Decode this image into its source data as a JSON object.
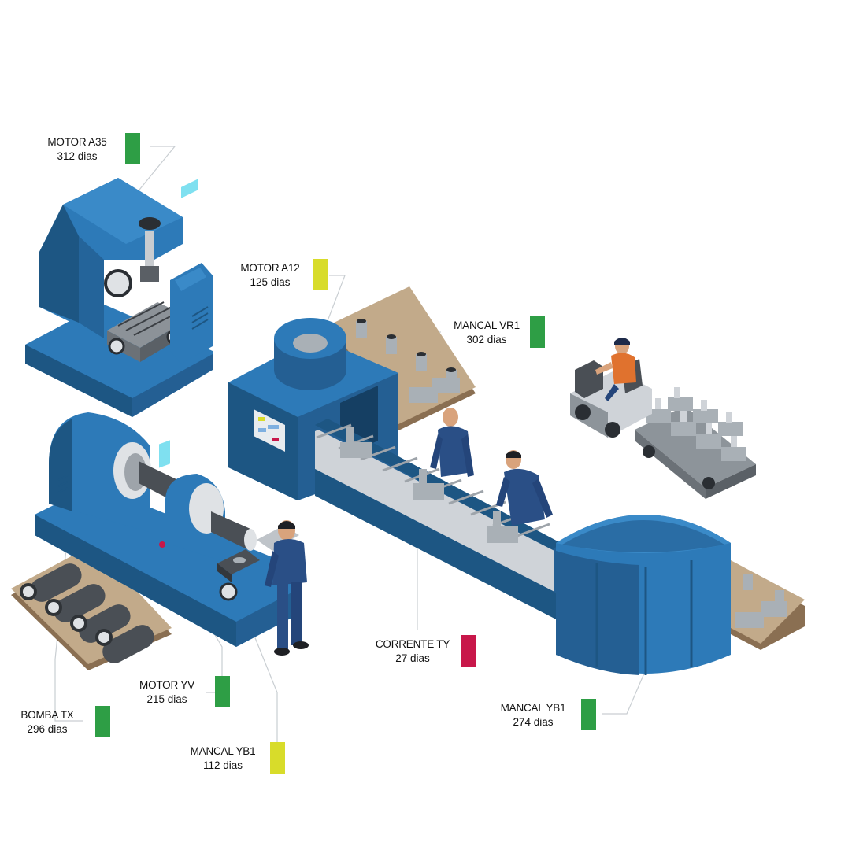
{
  "colors": {
    "ok": "#2e9e45",
    "warning": "#d8dc2a",
    "critical": "#c8174a",
    "machine": "#2d7ab8",
    "machine_dark": "#1d5683",
    "roller": "#cfd3d8",
    "pallet": "#c2aa8a",
    "part": "#a9b0b6"
  },
  "status_labels": [
    {
      "id": "motor-a35",
      "name": "MOTOR A35",
      "days": "312 dias",
      "status": "ok"
    },
    {
      "id": "motor-a12",
      "name": "MOTOR A12",
      "days": "125 dias",
      "status": "warning"
    },
    {
      "id": "mancal-vr1",
      "name": "MANCAL VR1",
      "days": "302 dias",
      "status": "ok"
    },
    {
      "id": "corrente-ty",
      "name": "CORRENTE TY",
      "days": "27 dias",
      "status": "critical"
    },
    {
      "id": "mancal-yb1-right",
      "name": "MANCAL YB1",
      "days": "274 dias",
      "status": "ok"
    },
    {
      "id": "motor-yv",
      "name": "MOTOR YV",
      "days": "215 dias",
      "status": "ok"
    },
    {
      "id": "bomba-tx",
      "name": "BOMBA TX",
      "days": "296 dias",
      "status": "ok"
    },
    {
      "id": "mancal-yb1-left",
      "name": "MANCAL YB1",
      "days": "112 dias",
      "status": "warning"
    }
  ]
}
